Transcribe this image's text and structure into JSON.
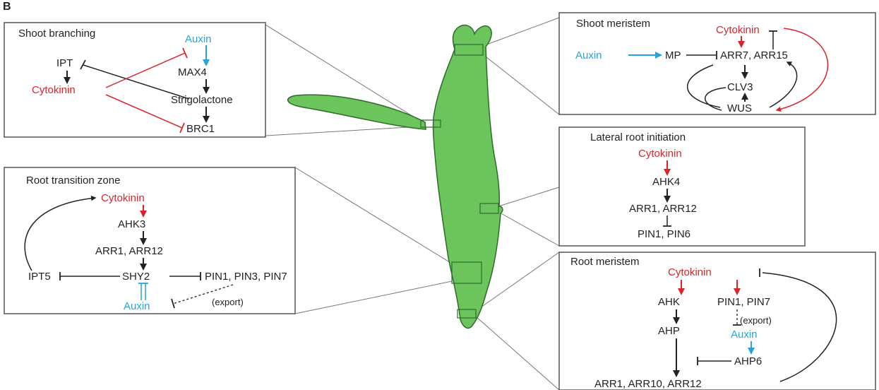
{
  "panel_label": "B",
  "colors": {
    "plant_fill": "#6cc45c",
    "plant_stroke": "#2f6a2a",
    "cytokinin": "#d9252a",
    "auxin": "#27a3d9",
    "text": "#222222",
    "box_stroke": "#555555",
    "guide_line": "#777777"
  },
  "shoot_branching": {
    "title": "Shoot branching",
    "ipt": "IPT",
    "cytokinin": "Cytokinin",
    "auxin": "Auxin",
    "max4": "MAX4",
    "strigolactone": "Strigolactone",
    "brc1": "BRC1"
  },
  "shoot_meristem": {
    "title": "Shoot meristem",
    "cytokinin": "Cytokinin",
    "auxin": "Auxin",
    "mp": "MP",
    "arr": "ARR7, ARR15",
    "clv3": "CLV3",
    "wus": "WUS"
  },
  "root_transition_zone": {
    "title": "Root transition zone",
    "cytokinin": "Cytokinin",
    "ahk3": "AHK3",
    "arr": "ARR1, ARR12",
    "ipt5": "IPT5",
    "shy2": "SHY2",
    "pins": "PIN1, PIN3, PIN7",
    "auxin": "Auxin",
    "export": "(export)"
  },
  "lateral_root_initiation": {
    "title": "Lateral root initiation",
    "cytokinin": "Cytokinin",
    "ahk4": "AHK4",
    "arr": "ARR1, ARR12",
    "pins": "PIN1, PIN6"
  },
  "root_meristem": {
    "title": "Root meristem",
    "cytokinin": "Cytokinin",
    "ahk": "AHK",
    "pins": "PIN1, PIN7",
    "export": "(export)",
    "ahp": "AHP",
    "auxin": "Auxin",
    "ahp6": "AHP6",
    "arrs": "ARR1, ARR10, ARR12"
  }
}
